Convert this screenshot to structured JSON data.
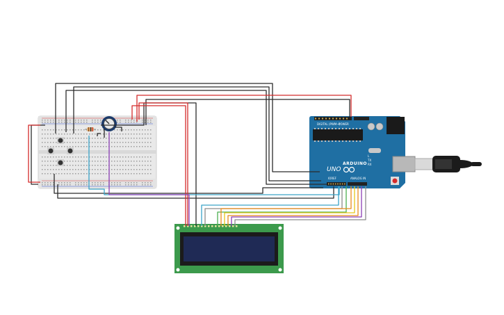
{
  "board": {
    "logo_text": "UNO",
    "brand_text": "ARDUINO",
    "digital_label": "DIGITAL (PWM~)",
    "tx_label": "TX",
    "rx_label": "RX",
    "l_label": "L",
    "power_label": "POWER",
    "analog_label": "ANALOG IN",
    "ioref_label": "IOREF"
  },
  "lcd": {
    "display_text": ""
  },
  "colors": {
    "wire_black": "#2b2b2b",
    "wire_red": "#d42b2b",
    "wire_teal": "#3aa3c8",
    "wire_purple": "#8b3fb5",
    "wire_orange": "#e88a1a",
    "wire_yellow": "#e6c619",
    "wire_green": "#4caf50",
    "wire_gray": "#8c8c8c",
    "board_blue": "#1f6fa3",
    "lcd_green": "#3c9a4c",
    "lcd_screen": "#1f2a55",
    "breadboard": "#e9e9e9"
  }
}
